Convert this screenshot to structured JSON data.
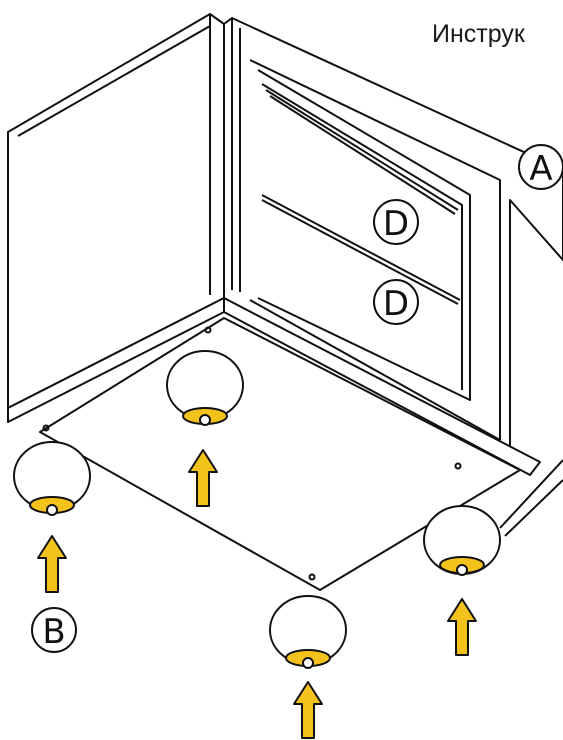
{
  "title": "Инструк",
  "labels": {
    "a": "A",
    "b": "B",
    "d_top": "D",
    "d_bottom": "D"
  },
  "colors": {
    "line": "#111111",
    "arrow": "#f3c21b",
    "ring": "#f3c21b",
    "background": "#ffffff"
  }
}
